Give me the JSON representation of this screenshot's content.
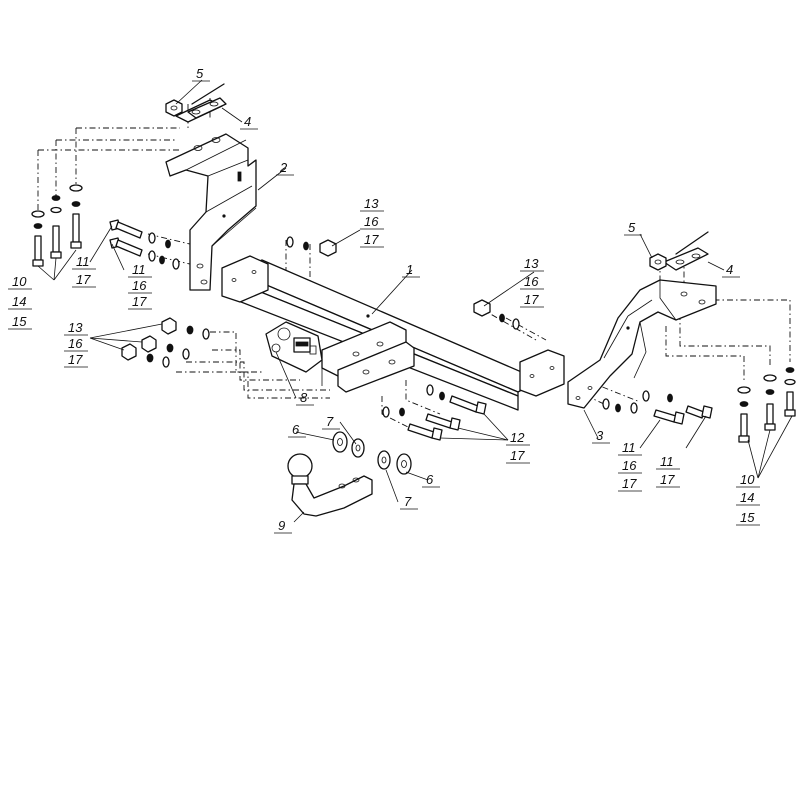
{
  "diagram": {
    "callouts": {
      "c1": "1",
      "c2": "2",
      "c3": "3",
      "c4a": "4",
      "c4b": "4",
      "c5a": "5",
      "c5b": "5",
      "c6a": "6",
      "c6b": "6",
      "c7a": "7",
      "c7b": "7",
      "c8": "8",
      "c9": "9",
      "c10a": "10",
      "c14a": "14",
      "c15a": "15",
      "c10b": "10",
      "c14b": "14",
      "c15b": "15",
      "c11a": "11",
      "c17a": "17",
      "c11b": "11",
      "c16b": "16",
      "c17b": "17",
      "c13a": "13",
      "c16c": "16",
      "c17c": "17",
      "c13b": "13",
      "c16d": "16",
      "c17d": "17",
      "c13c": "13",
      "c16e": "16",
      "c17e": "17",
      "c12": "12",
      "c17f": "17",
      "c11c": "11",
      "c16f": "16",
      "c17g": "17",
      "c11d": "11",
      "c17h": "17"
    }
  }
}
